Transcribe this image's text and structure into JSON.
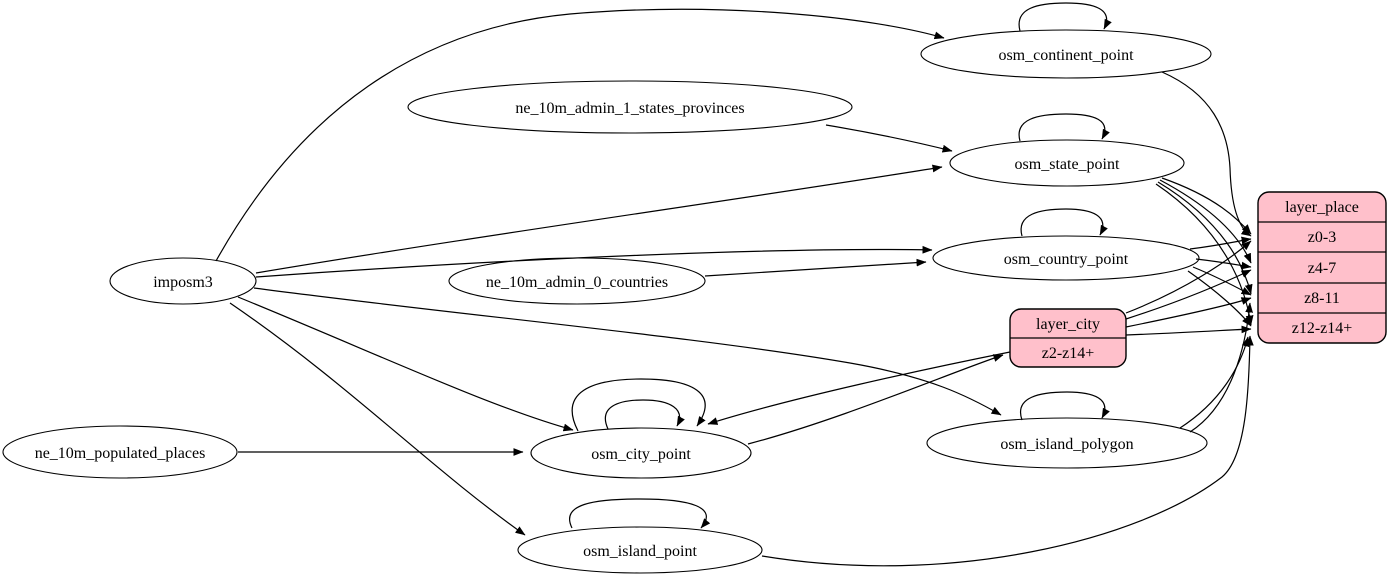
{
  "diagram": {
    "type": "etl-graph",
    "colors": {
      "background": "#ffffff",
      "table_node_fill": "#ffffff",
      "layer_node_fill": "#ffc0cb",
      "stroke": "#000000"
    },
    "nodes": [
      {
        "id": "imposm3",
        "label": "imposm3",
        "shape": "ellipse"
      },
      {
        "id": "ne_10m_admin_1_states_provinces",
        "label": "ne_10m_admin_1_states_provinces",
        "shape": "ellipse"
      },
      {
        "id": "ne_10m_admin_0_countries",
        "label": "ne_10m_admin_0_countries",
        "shape": "ellipse"
      },
      {
        "id": "ne_10m_populated_places",
        "label": "ne_10m_populated_places",
        "shape": "ellipse"
      },
      {
        "id": "osm_continent_point",
        "label": "osm_continent_point",
        "shape": "ellipse",
        "self_loops": 1
      },
      {
        "id": "osm_state_point",
        "label": "osm_state_point",
        "shape": "ellipse",
        "self_loops": 1
      },
      {
        "id": "osm_country_point",
        "label": "osm_country_point",
        "shape": "ellipse",
        "self_loops": 1
      },
      {
        "id": "osm_city_point",
        "label": "osm_city_point",
        "shape": "ellipse",
        "self_loops": 2
      },
      {
        "id": "osm_island_polygon",
        "label": "osm_island_polygon",
        "shape": "ellipse",
        "self_loops": 1
      },
      {
        "id": "osm_island_point",
        "label": "osm_island_point",
        "shape": "ellipse",
        "self_loops": 1
      }
    ],
    "records": [
      {
        "id": "layer_place",
        "title": "layer_place",
        "rows": [
          "z0-3",
          "z4-7",
          "z8-11",
          "z12-z14+"
        ]
      },
      {
        "id": "layer_city",
        "title": "layer_city",
        "rows": [
          "z2-z14+"
        ]
      }
    ],
    "edges": [
      {
        "from": "imposm3",
        "to": "osm_continent_point"
      },
      {
        "from": "imposm3",
        "to": "osm_state_point"
      },
      {
        "from": "imposm3",
        "to": "osm_country_point"
      },
      {
        "from": "imposm3",
        "to": "osm_city_point"
      },
      {
        "from": "imposm3",
        "to": "osm_island_point"
      },
      {
        "from": "imposm3",
        "to": "osm_island_polygon"
      },
      {
        "from": "ne_10m_admin_1_states_provinces",
        "to": "osm_state_point"
      },
      {
        "from": "ne_10m_admin_0_countries",
        "to": "osm_country_point"
      },
      {
        "from": "ne_10m_populated_places",
        "to": "osm_city_point"
      },
      {
        "from": "osm_continent_point",
        "to": "osm_continent_point"
      },
      {
        "from": "osm_state_point",
        "to": "osm_state_point"
      },
      {
        "from": "osm_country_point",
        "to": "osm_country_point"
      },
      {
        "from": "osm_city_point",
        "to": "osm_city_point"
      },
      {
        "from": "osm_city_point",
        "to": "osm_city_point"
      },
      {
        "from": "osm_island_point",
        "to": "osm_island_point"
      },
      {
        "from": "osm_island_polygon",
        "to": "osm_island_polygon"
      },
      {
        "from": "osm_continent_point",
        "to": "layer_place",
        "port": "z0-3"
      },
      {
        "from": "osm_state_point",
        "to": "layer_place",
        "port": "z0-3"
      },
      {
        "from": "osm_state_point",
        "to": "layer_place",
        "port": "z4-7"
      },
      {
        "from": "osm_state_point",
        "to": "layer_place",
        "port": "z8-11"
      },
      {
        "from": "osm_state_point",
        "to": "layer_place",
        "port": "z12-z14+"
      },
      {
        "from": "osm_country_point",
        "to": "layer_place",
        "port": "z0-3"
      },
      {
        "from": "osm_country_point",
        "to": "layer_place",
        "port": "z4-7"
      },
      {
        "from": "osm_country_point",
        "to": "layer_place",
        "port": "z8-11"
      },
      {
        "from": "osm_country_point",
        "to": "layer_place",
        "port": "z12-z14+"
      },
      {
        "from": "osm_city_point",
        "to": "layer_city",
        "port": "z2-z14+"
      },
      {
        "from": "layer_city",
        "to": "osm_city_point"
      },
      {
        "from": "layer_city",
        "to": "layer_place",
        "port": "z0-3"
      },
      {
        "from": "layer_city",
        "to": "layer_place",
        "port": "z4-7"
      },
      {
        "from": "layer_city",
        "to": "layer_place",
        "port": "z8-11"
      },
      {
        "from": "layer_city",
        "to": "layer_place",
        "port": "z12-z14+"
      },
      {
        "from": "osm_island_polygon",
        "to": "layer_place",
        "port": "z8-11"
      },
      {
        "from": "osm_island_polygon",
        "to": "layer_place",
        "port": "z12-z14+"
      },
      {
        "from": "osm_island_point",
        "to": "layer_place",
        "port": "z12-z14+"
      }
    ]
  }
}
